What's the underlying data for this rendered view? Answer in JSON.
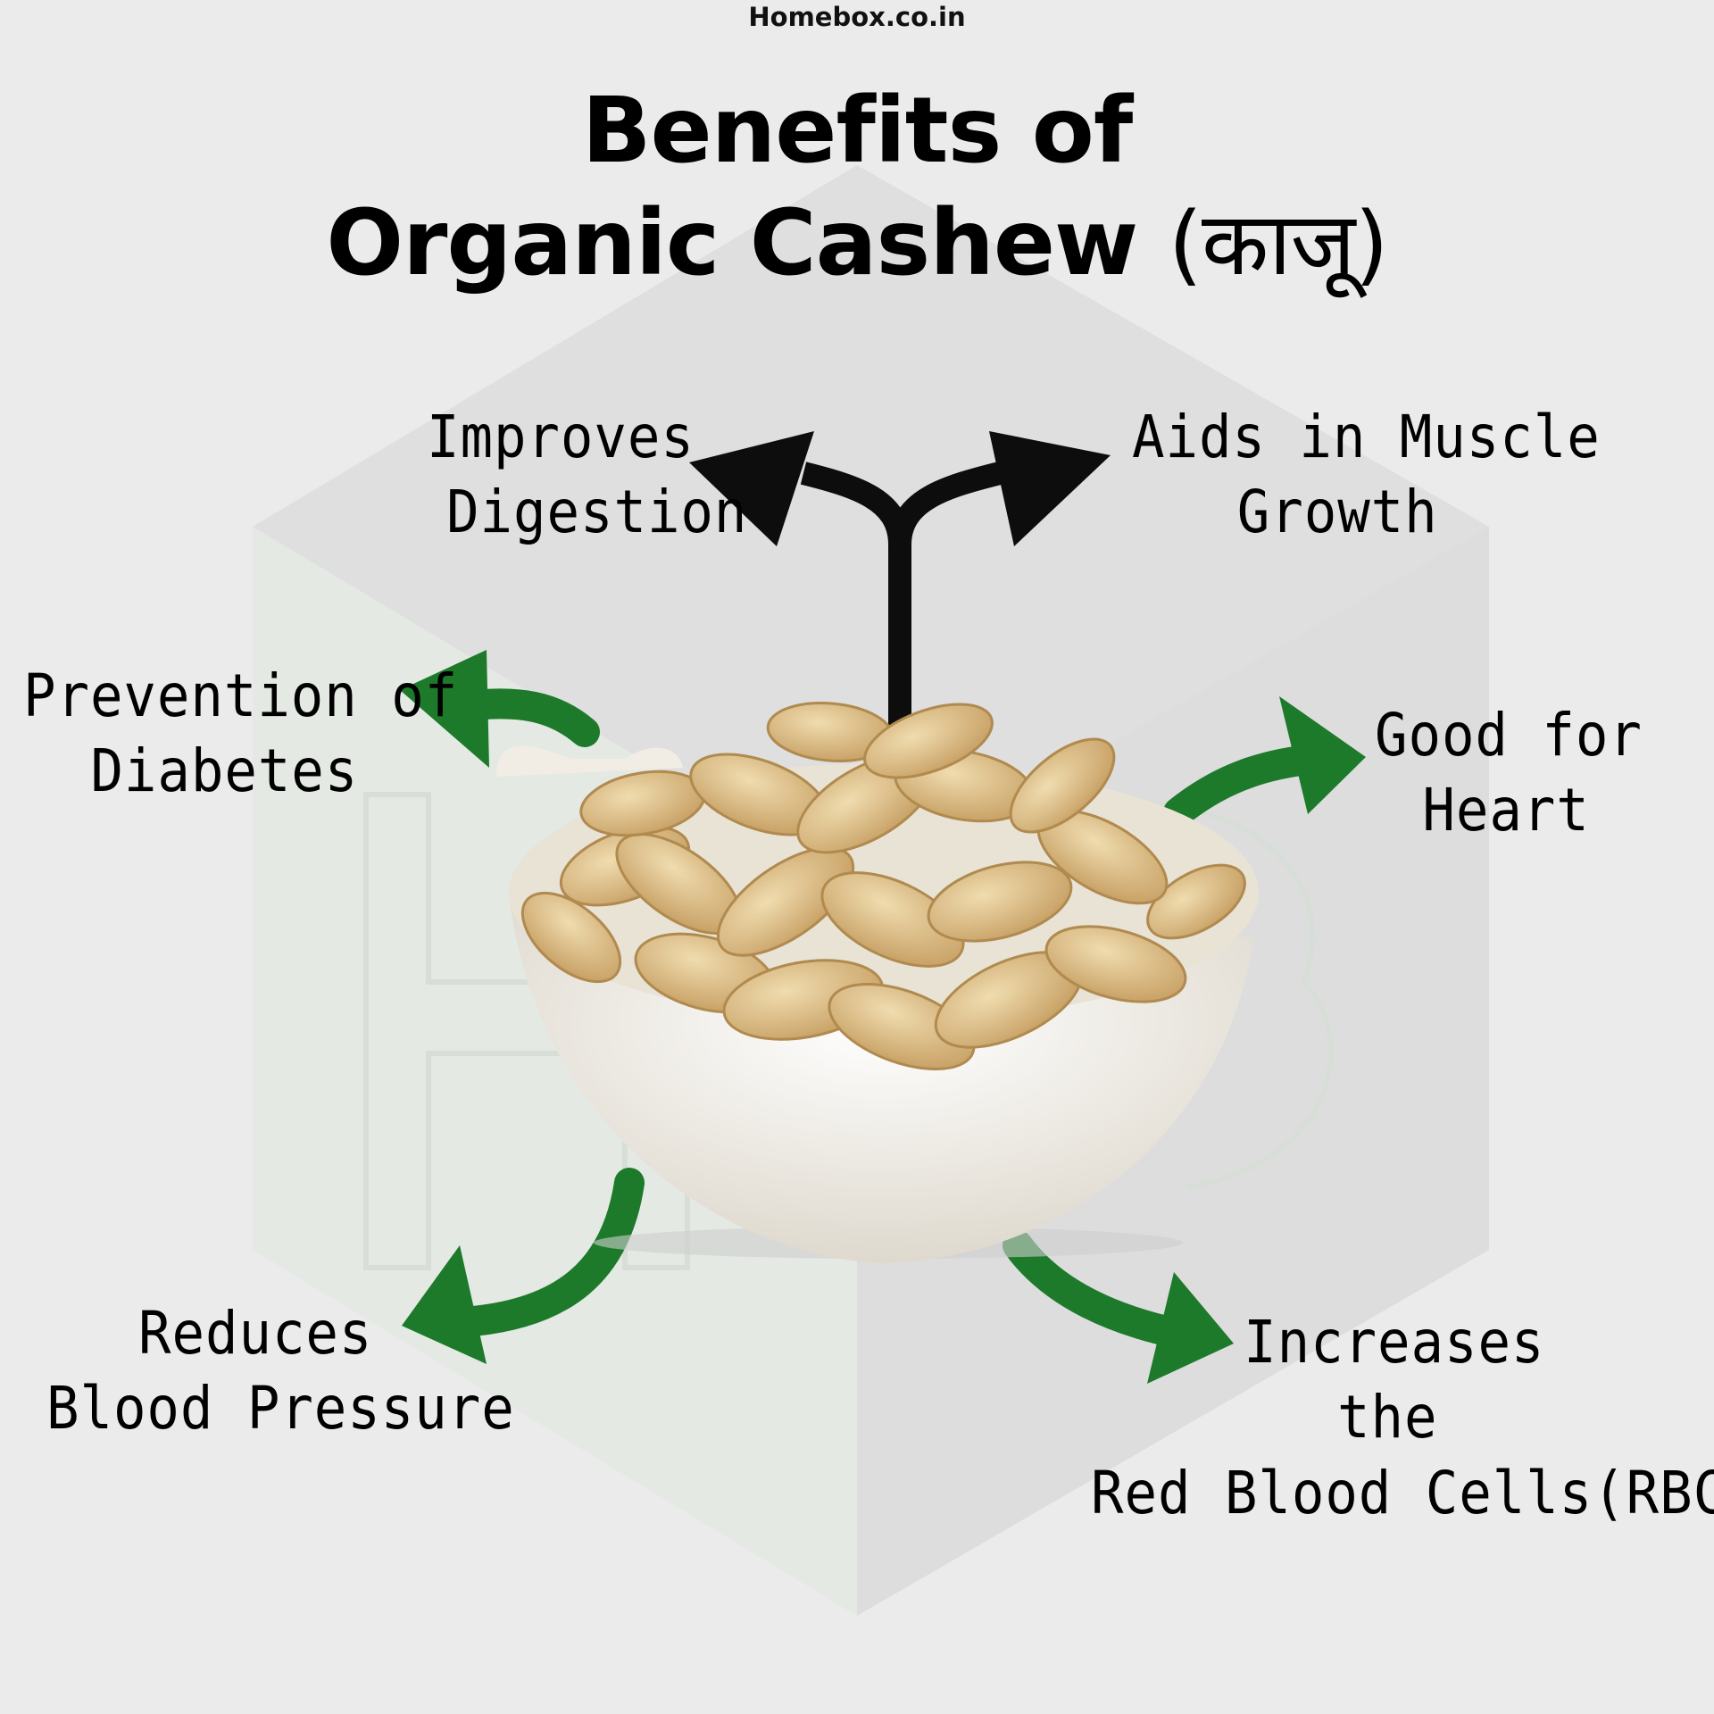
{
  "site": "Homebox.co.in",
  "title_line1": "Benefits of",
  "title_line2": "Organic Cashew",
  "title_native": "(काजू)",
  "benefits": {
    "digestion": [
      "Improves",
      "Digestion"
    ],
    "muscle": [
      "Aids  in  Muscle",
      "Growth"
    ],
    "diabetes": [
      "Prevention  of",
      "Diabetes"
    ],
    "heart": [
      "Good  for",
      "Heart"
    ],
    "blood_pressure": [
      "Reduces",
      "Blood  Pressure"
    ],
    "rbc": [
      "Increases",
      "the",
      "Red  Blood  Cells(RBC)"
    ]
  },
  "colors": {
    "background": "#ebebeb",
    "black_arrow": "#0d0d0d",
    "green_arrow": "#1c7a2a",
    "bowl": "#f3efe6",
    "cashew": "#dcc088"
  },
  "icons": [
    "logo-watermark",
    "cashew-bowl-image"
  ]
}
